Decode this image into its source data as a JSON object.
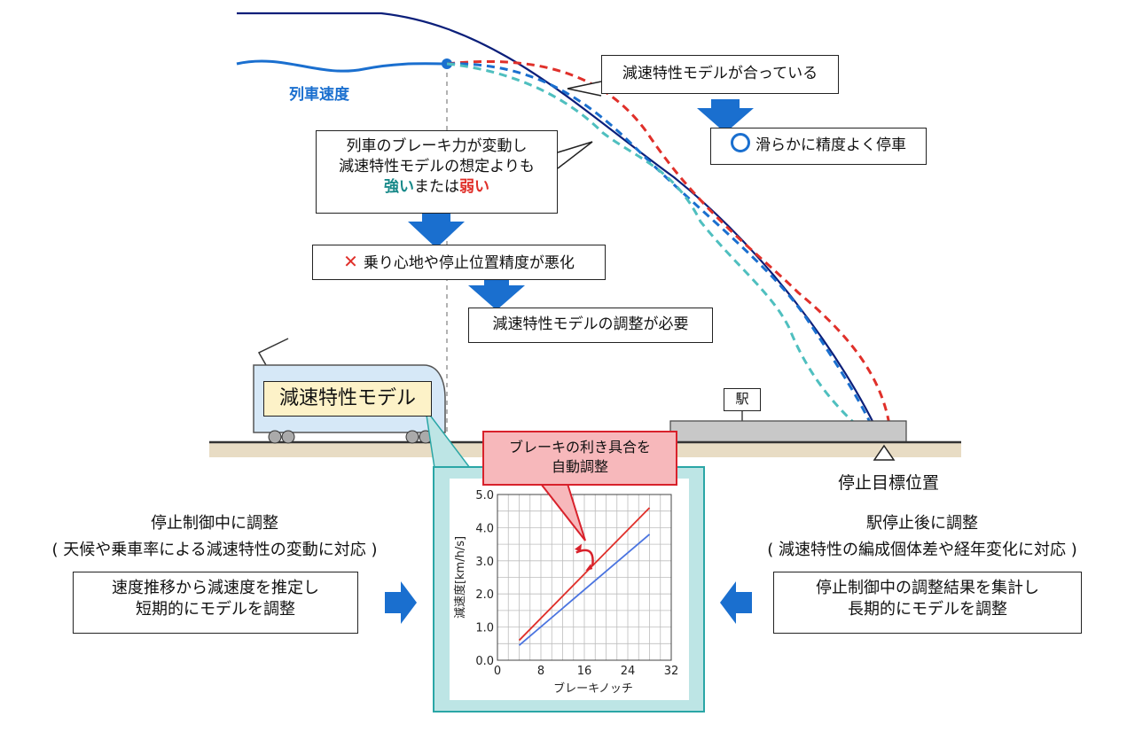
{
  "top": {
    "speed_label": "列車速度",
    "callout_match": "減速特性モデルが合っている",
    "result_ok": "滑らかに精度よく停車",
    "callout_change_line1": "列車のブレーキ力が変動し",
    "callout_change_line2": "減速特性モデルの想定よりも",
    "strong_word": "強い",
    "or_word": "または",
    "weak_word": "弱い",
    "result_ng": "乗り心地や停止位置精度が悪化",
    "need_adjust": "減速特性モデルの調整が必要",
    "train_model": "減速特性モデル",
    "station": "駅",
    "stop_target": "停止目標位置"
  },
  "left": {
    "title": "停止制御中に調整",
    "subtitle": "( 天候や乗車率による減速特性の変動に対応 )",
    "box_line1": "速度推移から減速度を推定し",
    "box_line2": "短期的にモデルを調整"
  },
  "right": {
    "title": "駅停止後に調整",
    "subtitle": "( 減速特性の編成個体差や経年変化に対応 )",
    "box_line1": "停止制御中の調整結果を集計し",
    "box_line2": "長期的にモデルを調整"
  },
  "callout": {
    "line1": "ブレーキの利き具合を",
    "line2": "自動調整"
  },
  "colors": {
    "navy": "#0b1f7a",
    "blue": "#1a6fcf",
    "red": "#e0302a",
    "teal": "#4fbfbf",
    "arrow_blue": "#1a6fcf"
  },
  "chart_data": {
    "type": "line",
    "xlabel": "ブレーキノッチ",
    "ylabel": "減速度[km/h/s]",
    "xlim": [
      0,
      32
    ],
    "ylim": [
      0,
      5
    ],
    "x_ticks": [
      "0",
      "8",
      "16",
      "24",
      "32"
    ],
    "y_ticks": [
      "0.0",
      "1.0",
      "2.0",
      "3.0",
      "4.0",
      "5.0"
    ],
    "grid": true,
    "series": [
      {
        "color": "#e0302a",
        "points": [
          [
            4,
            0.6
          ],
          [
            28,
            4.6
          ]
        ]
      },
      {
        "color": "#4a74e0",
        "points": [
          [
            4,
            0.45
          ],
          [
            28,
            3.8
          ]
        ]
      }
    ]
  }
}
